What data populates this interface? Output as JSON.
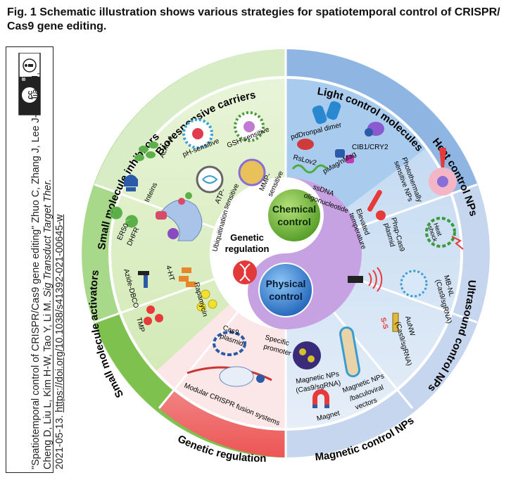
{
  "figure": {
    "title_line1": "Fig. 1 Schematic illustration shows various strategies for spatiotemporal control of CRISPR/",
    "title_line2": "Cas9 gene editing."
  },
  "citation": {
    "line1": "\"Spatiotemporal control of CRISPR/Cas9 gene editing\" Zhuo C, Zhang J, Lee J-H, Jiao J,",
    "line2_plain": "Cheng D, Liu L, Kim H-W, Tao Y, Li M. ",
    "line2_journal": "Sig Transduct Target Ther.",
    "line3_date": "2021-05-13. ",
    "line3_link": "https://doi.org/10.1038/s41392-021-00645-w",
    "license_top": "BY",
    "license_cc": "cc"
  },
  "center": {
    "chemical_line1": "Chemical",
    "chemical_line2": "control",
    "physical_line1": "Physical",
    "physical_line2": "control",
    "genetic_line1": "Genetic",
    "genetic_line2": "regulation"
  },
  "categories": {
    "bioresponsive": "Bioresponsive carriers",
    "small_inhibitors": "Small  molecule inhibitors",
    "small_activators": "Small molecule activators",
    "genetic_regulation": "Genetic regulation",
    "light": "Light control molecules",
    "heat": "Heat control NPs",
    "ultrasound": "Ultrasound control NPs",
    "magnetic": "Magnetic control NPs"
  },
  "labels": {
    "ph_sensitive": "pH-sensitive",
    "gsh_sensitive": "GSH-sensitive",
    "atp_1": "ATP-",
    "atp_2": "sensitive",
    "mmp_1": "MMP-",
    "mmp_2": "sensitive",
    "acr": "AcrIIA4",
    "inteins": "Inteins",
    "er50_1": "ER50",
    "er50_2": "DHFR",
    "ubiq": "Ubiquitination",
    "azide": "Azide-DBCO",
    "fourht": "4-HT",
    "rapamycin": "Rapamycin",
    "tmp": "TMP",
    "cas9_1": "Cas9",
    "cas9_2": "plasmid",
    "spec_1": "Specific",
    "spec_2": "promoter",
    "modular": "Modular CRISPR fusion systems",
    "pddronpa": "pdDronpal dimer",
    "cib": "CIB1/CRY2",
    "rslov": "RsLov2",
    "pmag": "pMag/nMag",
    "ssdna_1": "ssDNA",
    "ssdna_2": "oligonucleotide",
    "photo_1": "Photothermally",
    "photo_2": "sensitive NPs",
    "heat_1": "Heat",
    "heat_2": "shock",
    "elev_1": "Elevated",
    "elev_2": "temperature",
    "phsp_1": "Phsp-Cas9",
    "phsp_2": "plasmid",
    "mbnl_1": "MB-NL",
    "mbnl_2": "(Cas9/sgRNA)",
    "aunw_1": "AuNW",
    "aunw_2": "(Cas9/sgRNA)",
    "magnp_1": "Magnetic NPs",
    "magnp_2": "(Cas9/sgRNA)",
    "magbac_1": "Magnetic NPs",
    "magbac_2": "/baculoviral",
    "magbac_3": "vectors",
    "magnet": "Magnet",
    "ss": "S-S"
  },
  "colors": {
    "chemical_green": "#7cbf3c",
    "physical_blue": "#2f7bd0",
    "light_blue": "#9ec4e8",
    "genetic_red": "#e84a4a",
    "purple": "#b98ad8"
  }
}
